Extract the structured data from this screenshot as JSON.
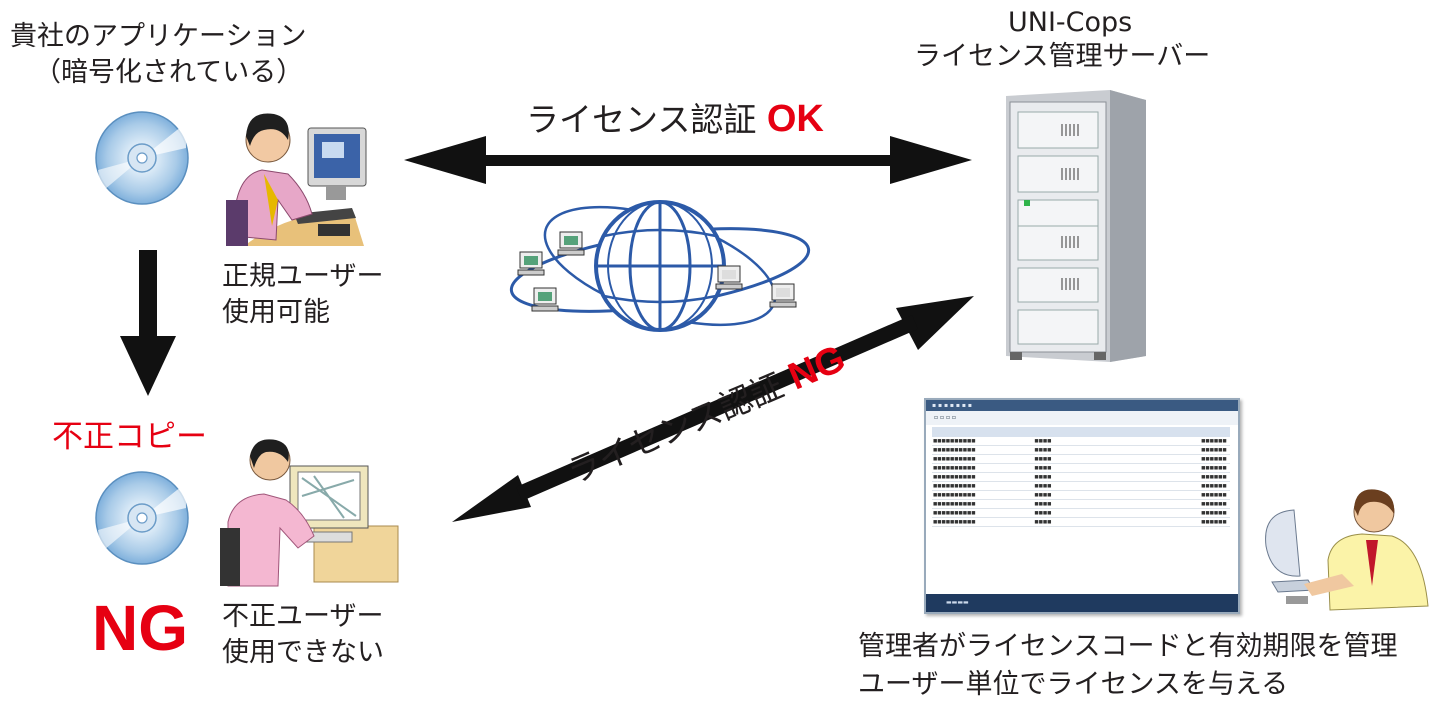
{
  "client": {
    "title_line1": "貴社のアプリケーション",
    "title_line2": "（暗号化されている）",
    "legit_line1": "正規ユーザー",
    "legit_line2": "使用可能"
  },
  "server": {
    "title_line1": "UNI-Cops",
    "title_line2": "ライセンス管理サーバー"
  },
  "auth_ok": {
    "prefix": "ライセンス認証",
    "status": "OK"
  },
  "auth_ng": {
    "prefix": "ライセンス認証",
    "status": "NG"
  },
  "copy": {
    "title": "不正コピー",
    "result": "NG",
    "illegal_line1": "不正ユーザー",
    "illegal_line2": "使用できない"
  },
  "admin": {
    "caption_line1": "管理者がライセンスコードと有効期限を管理",
    "caption_line2": "ユーザー単位でライセンスを与える"
  },
  "colors": {
    "accent_red": "#e60012",
    "arrow": "#111111"
  },
  "icons": [
    "cd-disc-icon",
    "user-at-pc-icon",
    "globe-network-icon",
    "server-tower-icon",
    "admin-screen-icon",
    "admin-user-icon"
  ]
}
